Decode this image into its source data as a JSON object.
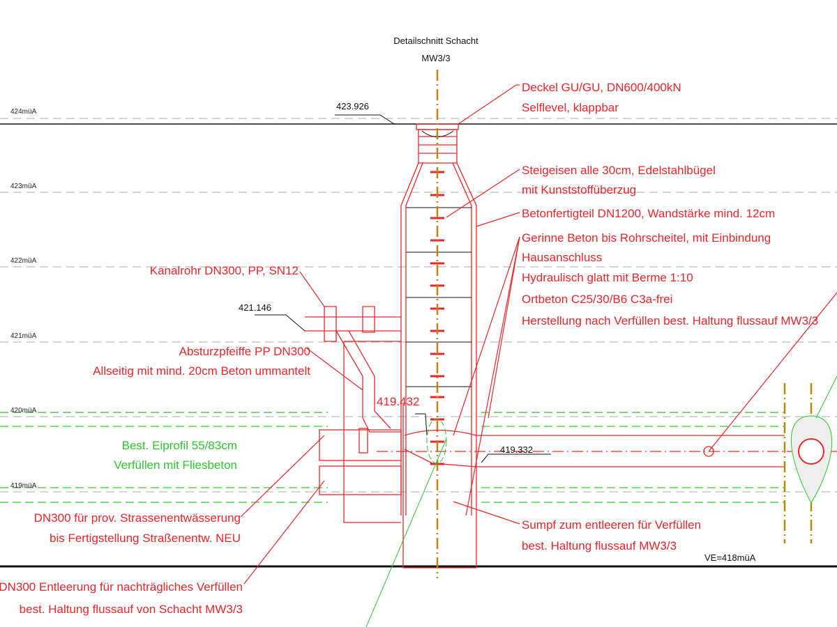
{
  "title": {
    "line1": "Detailschnitt Schacht",
    "line2": "MW3/3"
  },
  "levels": [
    "424müA",
    "423müA",
    "422müA",
    "421müA",
    "420müA",
    "419müA"
  ],
  "reference_level": "VE=418müA",
  "elevations": {
    "top": "423.926",
    "inlet": "421.146",
    "drop": "419.432",
    "outlet": "419.332"
  },
  "annotations": {
    "cover": [
      "Deckel   GU/GU, DN600/400kN",
      "Selflevel, klappbar"
    ],
    "steps": [
      "Steigeisen alle 30cm, Edelstahlbügel",
      "mit Kunststoffüberzug"
    ],
    "precast": "Betonfertigteil DN1200, Wandstärke mind. 12cm",
    "channel": [
      "Gerinne Beton bis Rohrscheitel, mit Einbindung",
      "Hausanschluss",
      "Hydraulisch glatt mit Berme 1:10",
      "Ortbeton C25/30/B6 C3a-frei",
      "Herstellung nach Verfüllen best. Haltung flussauf MW3/3"
    ],
    "sewer_pipe": "Kanalrohr DN300, PP, SN12",
    "drop_pipe": [
      "Absturzpfeiffe PP DN300",
      "Allseitig mit mind. 20cm Beton ummantelt"
    ],
    "egg_profile": [
      "Best. Eiprofil 55/83cm",
      "Verfüllen mit Fliesbeton"
    ],
    "street_drain": [
      "DN300 für prov. Strassenentwässerung",
      "bis Fertigstellung Straßenentw. NEU"
    ],
    "sump": [
      "Sumpf zum entleeren für Verfüllen",
      "best. Haltung flussauf MW3/3"
    ],
    "drain_pipe": [
      "DN300 Entleerung für nachträgliches Verfüllen",
      "best. Haltung flussauf von Schacht MW3/3"
    ]
  }
}
